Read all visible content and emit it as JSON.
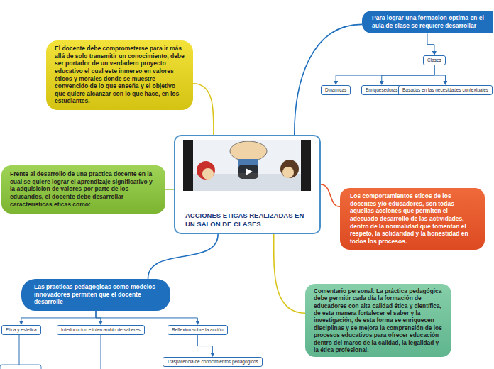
{
  "diagram": {
    "title": "ACCIONES ETICAS REALIZADAS EN UN SALON DE CLASES",
    "nodes": [
      {
        "text": [
          "ACCIONES ETICAS REALIZADAS EN UN SALON DE CLASES"
        ]
      },
      {
        "text": [
          "El docente debe comprometerse para ir más allá de solo transmitir un conocimiento, debe ser portador de un verdadero proyecto educativo el cual este inmerso en valores éticos y morales donde se muestre convencido de lo que enseña y el objetivo que quiere alcanzar con lo que hace, en los estudiantes."
        ]
      },
      {
        "text": [
          "Frente al desarrollo de una practica docente en la cual se quiere lograr el aprendizaje significativo y la adquisicion de valores por parte de los educandos, el docente debe desarrollar caracteristicas eticas como:"
        ]
      },
      {
        "text": [
          "Para lograr una formacion optima en el aula de clase se requiere desarrollar"
        ]
      },
      {
        "text": [
          "Clases"
        ]
      },
      {
        "text": [
          "Dinamicas"
        ]
      },
      {
        "text": [
          "Enriquesedoras"
        ]
      },
      {
        "text": [
          "Basadas en las necesidades contextuales"
        ]
      },
      {
        "text": [
          "Los comportamientos eticos de los docentes y/o educadores, son todas aquellas acciones que permiten el adecuado desarrollo de las actividades, dentro de la normalidad que fomentan el respeto, la solidaridad y la honestidad en todos los procesos."
        ]
      },
      {
        "text": [
          "Comentario personal: La práctica pedagógica debe permitir cada día la formación de educadores con alta calidad ética y científica, de esta manera fortalecer el saber y la investigación, de esta forma se enriquecen disciplinas y se mejora la comprensión de los procesos educativos para ofrecer educación dentro del marco de la calidad, la legalidad y la ética profesional."
        ]
      },
      {
        "text": [
          "Las practicas pedagogicas como modelos innovadores permiten que el docente desarrolle"
        ]
      },
      {
        "text": [
          "Etica y estetica"
        ]
      },
      {
        "text": [
          "Interlocucion e intercambio de saberes"
        ]
      },
      {
        "text": [
          "Reflexion sobre la acción"
        ]
      },
      {
        "text": [
          "Trasparencia de conocimientos pedagogicos"
        ]
      }
    ],
    "edges": [
      {
        "from": 0,
        "to": 1,
        "arrow": "none"
      },
      {
        "from": 0,
        "to": 2,
        "arrow": "none"
      },
      {
        "from": 0,
        "to": 3,
        "arrow": "none"
      },
      {
        "from": 3,
        "to": 4,
        "arrow": "to"
      },
      {
        "from": 4,
        "to": 5,
        "arrow": "to"
      },
      {
        "from": 4,
        "to": 6,
        "arrow": "to"
      },
      {
        "from": 4,
        "to": 7,
        "arrow": "to"
      },
      {
        "from": 0,
        "to": 8,
        "arrow": "none"
      },
      {
        "from": 0,
        "to": 9,
        "arrow": "none"
      },
      {
        "from": 0,
        "to": 10,
        "arrow": "none"
      },
      {
        "from": 10,
        "to": 11,
        "arrow": "to"
      },
      {
        "from": 10,
        "to": 12,
        "arrow": "to"
      },
      {
        "from": 10,
        "to": 13,
        "arrow": "to"
      },
      {
        "from": 13,
        "to": 14,
        "arrow": "to"
      }
    ]
  }
}
